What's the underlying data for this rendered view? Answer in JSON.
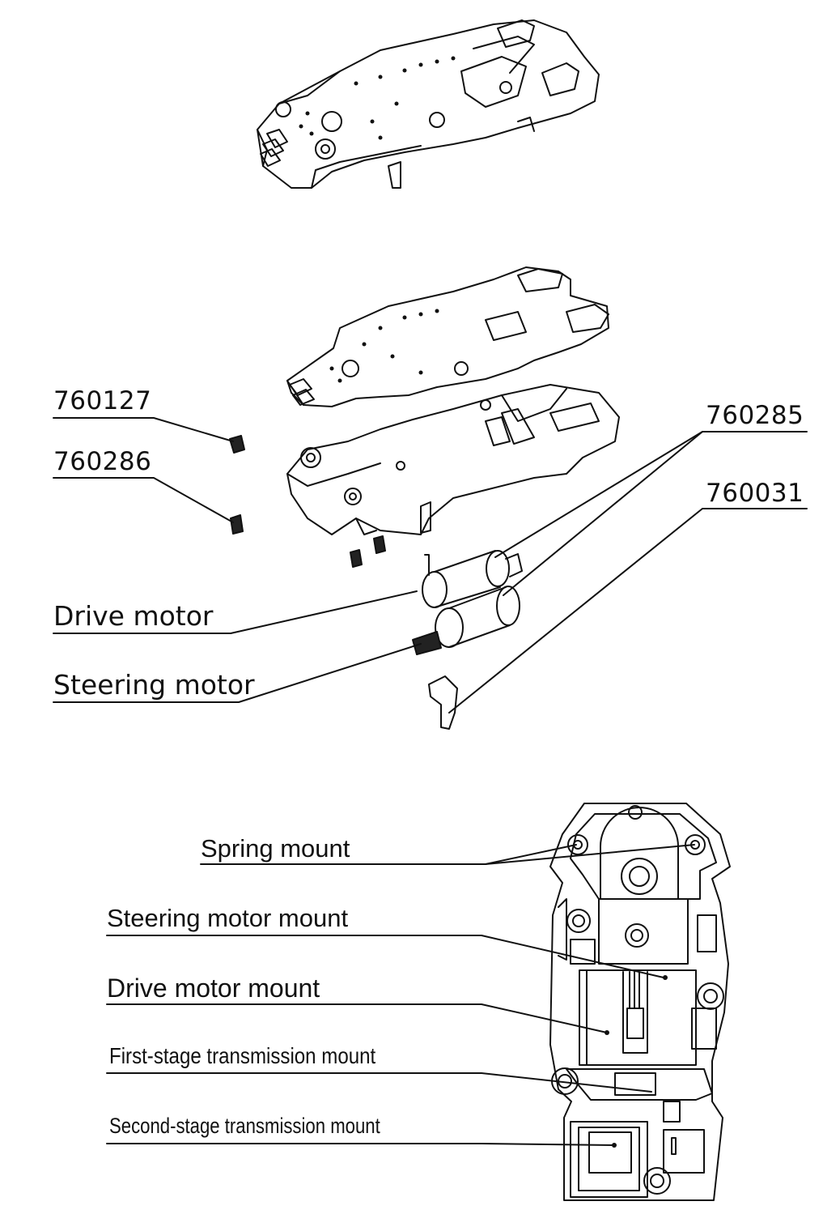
{
  "part_numbers": {
    "p1": "760127",
    "p2": "760286",
    "p3": "760285",
    "p4": "760031"
  },
  "component_labels": {
    "drive_motor": "Drive motor",
    "steering_motor": "Steering motor"
  },
  "mount_labels": {
    "spring": "Spring mount",
    "steering": "Steering motor mount",
    "drive": "Drive motor mount",
    "first_stage": "First-stage transmission mount",
    "second_stage": "Second-stage transmission mount"
  },
  "colors": {
    "line": "#111111",
    "background": "#ffffff"
  }
}
